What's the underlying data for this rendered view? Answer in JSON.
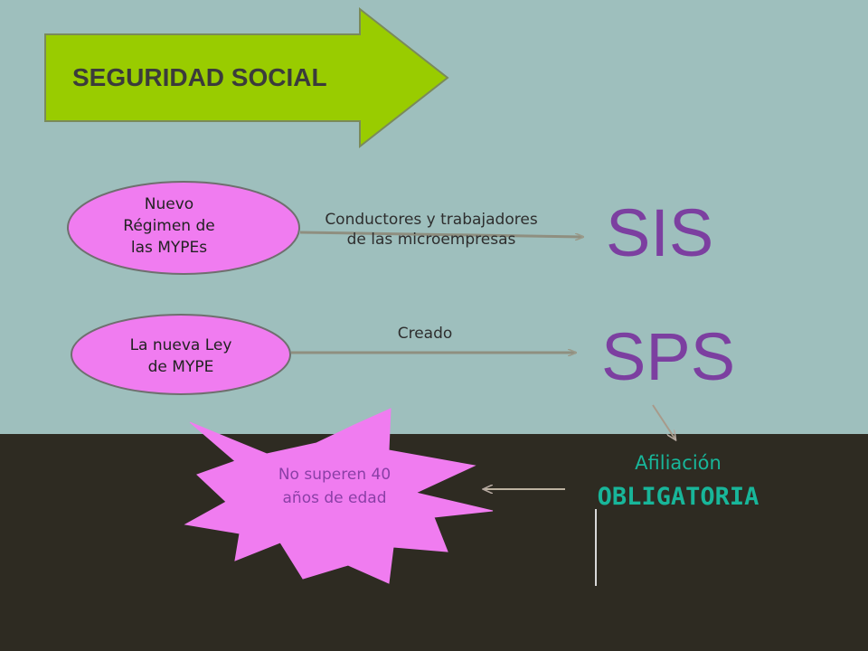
{
  "title": {
    "text": "SEGURIDAD SOCIAL"
  },
  "nodes": {
    "regimen": "Nuevo\nRégimen de\nlas MYPEs",
    "ley": "La nueva Ley\nde MYPE",
    "sis": "SIS",
    "sps": "SPS",
    "afiliacion": "Afiliación",
    "obligatoria": "OBLIGATORIA",
    "edad": "No superen 40\naños de edad"
  },
  "connectors": {
    "conductores": "Conductores y trabajadores\nde las microempresas",
    "creado": "Creado"
  },
  "colors": {
    "background_top": "#9ebfbd",
    "background_bottom": "#2e2b22",
    "arrow_fill": "#99cc00",
    "ellipse_fill": "#f07cf0",
    "accent_purple": "#7c3fa0",
    "accent_teal": "#18b69a"
  }
}
